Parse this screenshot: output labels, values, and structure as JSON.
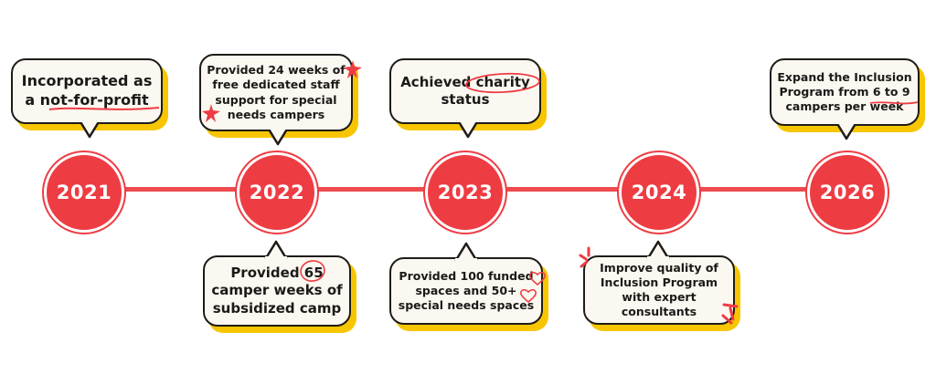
{
  "timeline": {
    "years": [
      "2021",
      "2022",
      "2023",
      "2024",
      "2026"
    ]
  },
  "milestones": {
    "m2021": "Incorporated as a not-for-profit",
    "m2022_top": "Provided 24 weeks of free dedicated staff support for special needs campers",
    "m2022_bottom": "Provided 65 camper weeks of subsidized camp",
    "m2023_top": "Achieved charity status",
    "m2023_bottom": "Provided 100 funded spaces and 50+ special needs spaces",
    "m2024": "Improve quality of Inclusion Program with expert consultants",
    "m2026": "Expand the Inclusion Program from 6 to 9 campers per week"
  },
  "colors": {
    "accent_red": "#ee3c43",
    "shadow_yellow": "#f7c600",
    "bubble_fill": "#fbf8f1",
    "outline": "#1f1b18"
  }
}
